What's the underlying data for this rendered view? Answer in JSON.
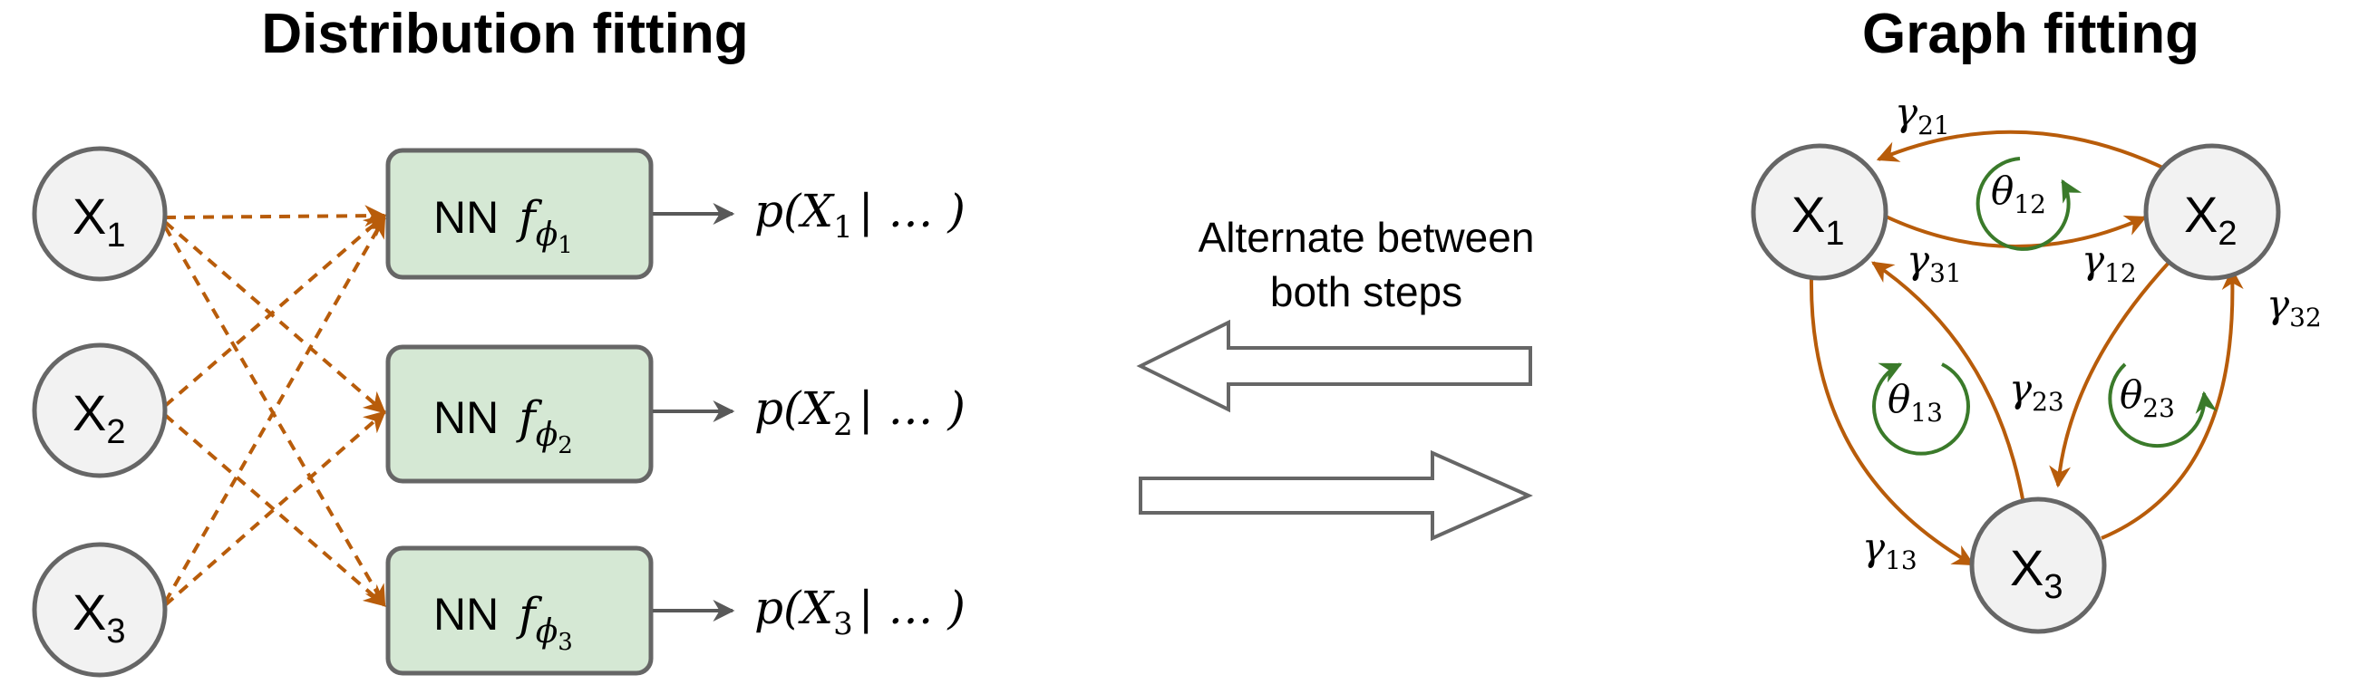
{
  "left_title": "Distribution fitting",
  "right_title": "Graph fitting",
  "middle_caption_line1": "Alternate between",
  "middle_caption_line2": "both steps",
  "variables": [
    {
      "base": "X",
      "sub": "1"
    },
    {
      "base": "X",
      "sub": "2"
    },
    {
      "base": "X",
      "sub": "3"
    }
  ],
  "nn_boxes": [
    {
      "prefix": "NN",
      "func": "f",
      "param": "ϕ",
      "sub": "1",
      "output_pre": "p(X",
      "output_sub": "1",
      "output_post": "| … )"
    },
    {
      "prefix": "NN",
      "func": "f",
      "param": "ϕ",
      "sub": "2",
      "output_pre": "p(X",
      "output_sub": "2",
      "output_post": "| … )"
    },
    {
      "prefix": "NN",
      "func": "f",
      "param": "ϕ",
      "sub": "3",
      "output_pre": "p(X",
      "output_sub": "3",
      "output_post": "| … )"
    }
  ],
  "graph_edge_labels": [
    {
      "sym": "γ",
      "sub": "21"
    },
    {
      "sym": "γ",
      "sub": "12"
    },
    {
      "sym": "γ",
      "sub": "31"
    },
    {
      "sym": "γ",
      "sub": "23"
    },
    {
      "sym": "γ",
      "sub": "32"
    },
    {
      "sym": "γ",
      "sub": "13"
    }
  ],
  "graph_cycle_labels": [
    {
      "sym": "θ",
      "sub": "12"
    },
    {
      "sym": "θ",
      "sub": "13"
    },
    {
      "sym": "θ",
      "sub": "23"
    }
  ],
  "colors": {
    "node_fill": "#f2f2f2",
    "node_stroke": "#666666",
    "nn_fill": "#d5e8d4",
    "nn_stroke": "#666666",
    "edge_orange": "#b85c0a",
    "cycle_green": "#3a7a2a",
    "arrow_gray": "#595959"
  }
}
